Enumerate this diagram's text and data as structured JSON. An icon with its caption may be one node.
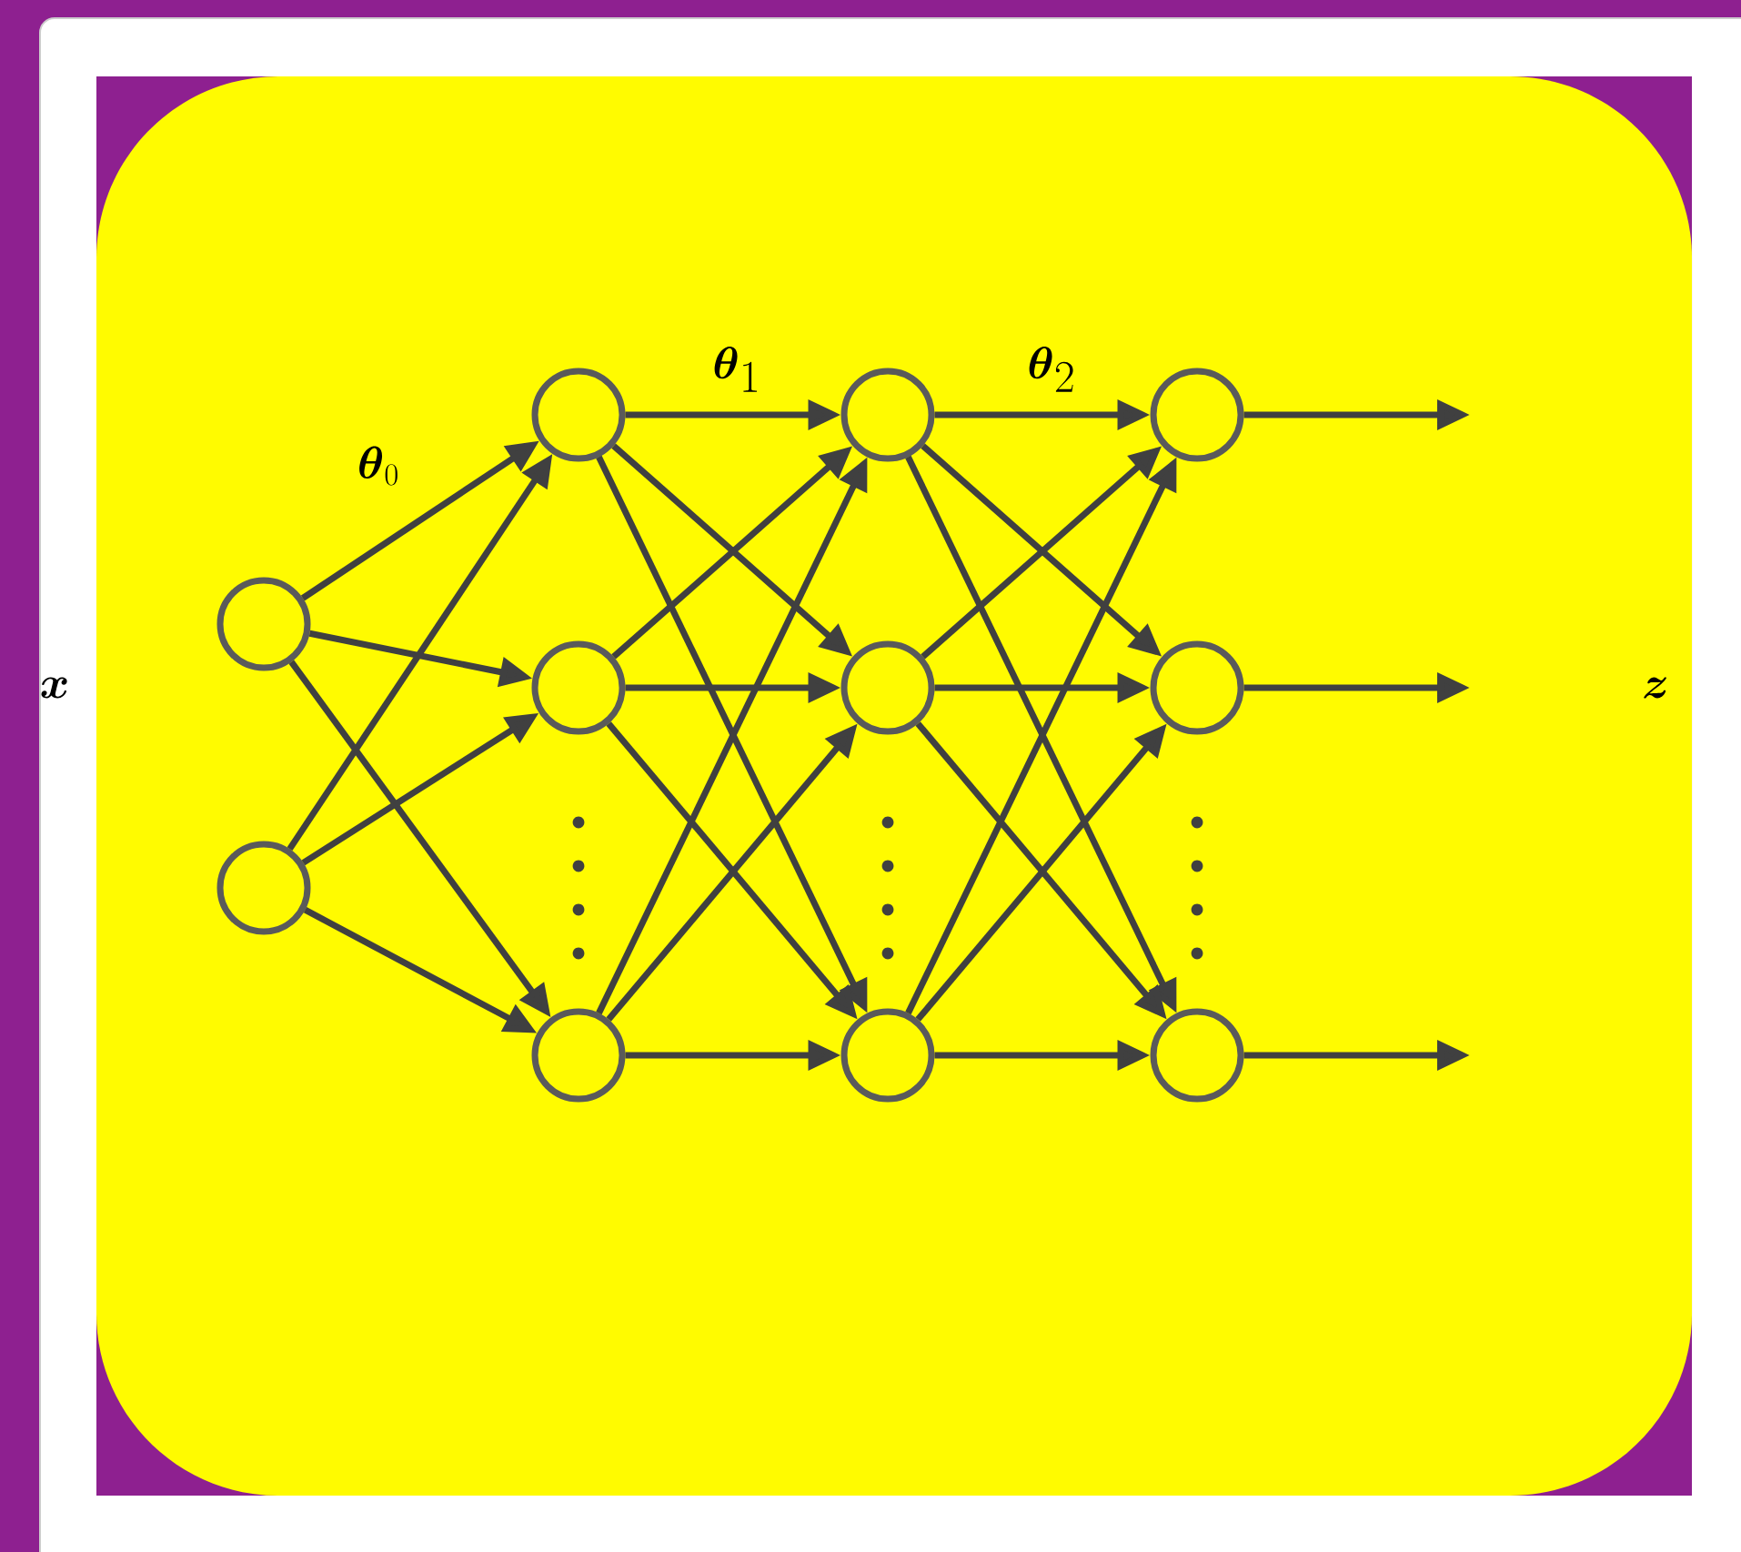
{
  "diagram": {
    "nodes": [
      {
        "text": [],
        "shape": "circle"
      },
      {
        "text": [],
        "shape": "circle"
      },
      {
        "text": [],
        "shape": "circle"
      },
      {
        "text": [],
        "shape": "circle"
      },
      {
        "text": [],
        "shape": "circle"
      },
      {
        "text": [],
        "shape": "circle"
      },
      {
        "text": [],
        "shape": "circle"
      },
      {
        "text": [],
        "shape": "circle"
      },
      {
        "text": [],
        "shape": "circle"
      },
      {
        "text": [],
        "shape": "circle"
      },
      {
        "text": [],
        "shape": "circle"
      }
    ],
    "edges": [
      {
        "from": 0,
        "to": 2,
        "arrow": "to"
      },
      {
        "from": 0,
        "to": 3,
        "arrow": "to"
      },
      {
        "from": 0,
        "to": 4,
        "arrow": "to"
      },
      {
        "from": 1,
        "to": 2,
        "arrow": "to"
      },
      {
        "from": 1,
        "to": 3,
        "arrow": "to"
      },
      {
        "from": 1,
        "to": 4,
        "arrow": "to"
      },
      {
        "from": 2,
        "to": 5,
        "arrow": "to"
      },
      {
        "from": 2,
        "to": 6,
        "arrow": "to"
      },
      {
        "from": 2,
        "to": 7,
        "arrow": "to"
      },
      {
        "from": 3,
        "to": 5,
        "arrow": "to"
      },
      {
        "from": 3,
        "to": 6,
        "arrow": "to"
      },
      {
        "from": 3,
        "to": 7,
        "arrow": "to"
      },
      {
        "from": 4,
        "to": 5,
        "arrow": "to"
      },
      {
        "from": 4,
        "to": 6,
        "arrow": "to"
      },
      {
        "from": 4,
        "to": 7,
        "arrow": "to"
      },
      {
        "from": 5,
        "to": 8,
        "arrow": "to"
      },
      {
        "from": 5,
        "to": 9,
        "arrow": "to"
      },
      {
        "from": 5,
        "to": 10,
        "arrow": "to"
      },
      {
        "from": 6,
        "to": 8,
        "arrow": "to"
      },
      {
        "from": 6,
        "to": 9,
        "arrow": "to"
      },
      {
        "from": 6,
        "to": 10,
        "arrow": "to"
      },
      {
        "from": 7,
        "to": 8,
        "arrow": "to"
      },
      {
        "from": 7,
        "to": 9,
        "arrow": "to"
      },
      {
        "from": 7,
        "to": 10,
        "arrow": "to"
      },
      {
        "from": 8,
        "to": null,
        "arrow": "to"
      },
      {
        "from": 9,
        "to": null,
        "arrow": "to"
      },
      {
        "from": 10,
        "to": null,
        "arrow": "to"
      }
    ],
    "labels": [
      "\\boldsymbol{x}",
      "\\boldsymbol{\\theta}_0",
      "\\boldsymbol{\\theta}_1",
      "\\boldsymbol{\\theta}_2",
      "\\boldsymbol{z}"
    ]
  }
}
